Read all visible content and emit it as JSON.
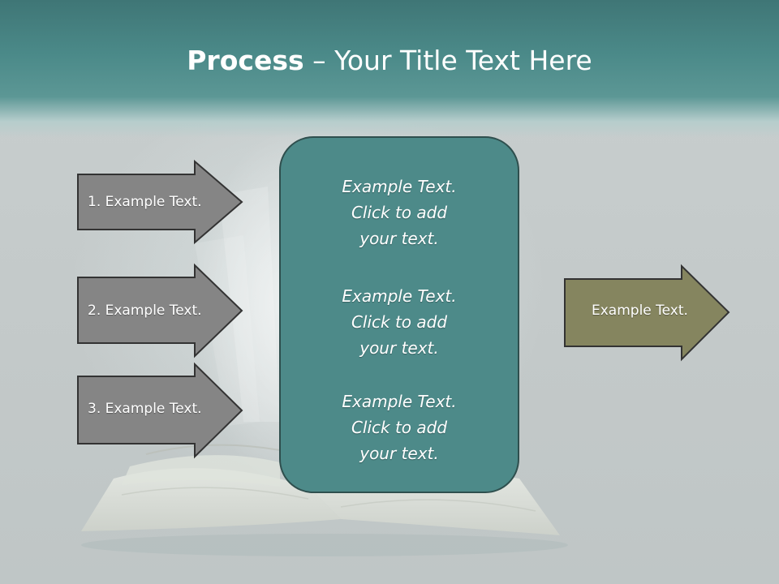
{
  "title": {
    "bold": "Process",
    "rest": " – Your Title Text Here"
  },
  "left_arrows": [
    {
      "label": "1. Example Text."
    },
    {
      "label": "2. Example Text."
    },
    {
      "label": "3. Example Text."
    }
  ],
  "center_box": {
    "items": [
      {
        "line1": "Example Text.",
        "line2": "Click  to add",
        "line3": "your text."
      },
      {
        "line1": "Example Text.",
        "line2": "Click  to add",
        "line3": "your text."
      },
      {
        "line1": "Example Text.",
        "line2": "Click  to add",
        "line3": "your text."
      }
    ]
  },
  "right_arrow": {
    "label": "Example Text."
  },
  "colors": {
    "header": "#4b8a89",
    "left_arrow_fill": "#858585",
    "center_box_fill": "#4d8a89",
    "right_arrow_fill": "#85855f",
    "outline": "#333333"
  }
}
